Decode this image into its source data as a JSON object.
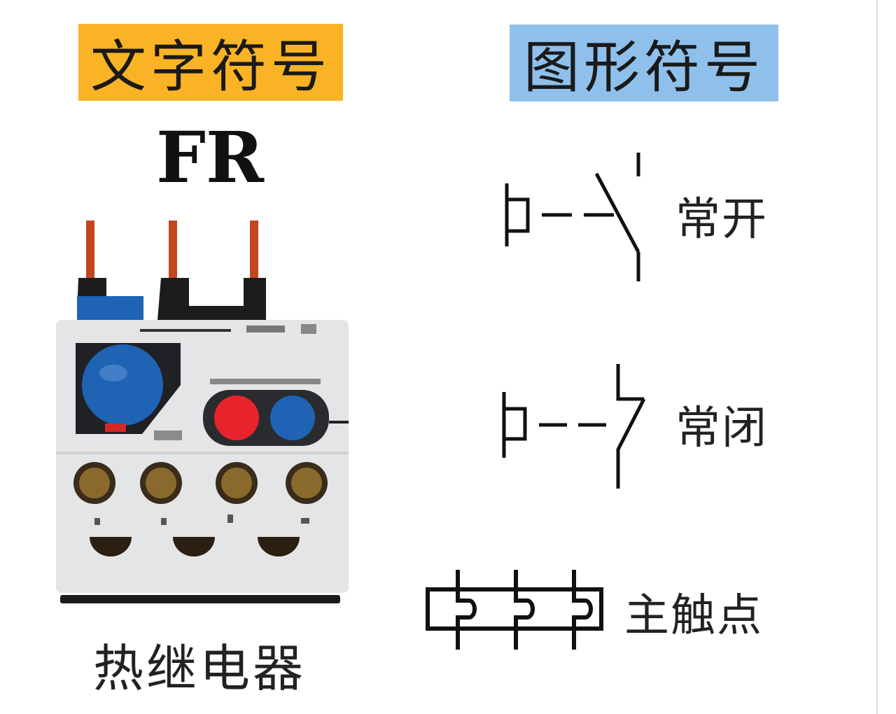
{
  "header": {
    "text_symbol": "文字符号",
    "graphic_symbol": "图形符号"
  },
  "device": {
    "code": "FR",
    "name": "热继电器"
  },
  "symbols": {
    "normally_open": "常开",
    "normally_closed": "常闭",
    "main_contact": "主触点"
  },
  "colors": {
    "text_symbol_bg": "#f9b325",
    "graphic_symbol_bg": "#8fc0ec",
    "relay_body": "#e4e5e6",
    "knob_blue": "#1f63b5",
    "button_red": "#e8232b",
    "terminal_wire": "#c4461f"
  }
}
